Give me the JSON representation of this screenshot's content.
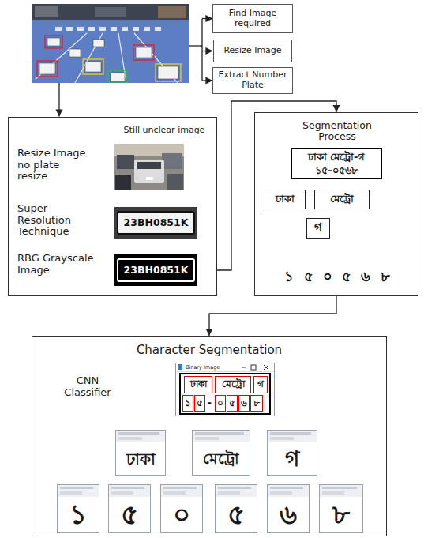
{
  "diagram": {
    "nodes": [
      {
        "text": [
          "Find Image required"
        ]
      },
      {
        "text": [
          "Resize Image"
        ]
      },
      {
        "text": [
          "Extract Number Plate"
        ]
      },
      {
        "text": [
          "Still unclear image",
          "Resize Image no plate resize",
          "Super Resolution Technique",
          "RBG Grayscale Image"
        ]
      },
      {
        "text": [
          "Segmentation Process"
        ]
      },
      {
        "text": [
          "ঢাকা মেট্রো-গ",
          "১৫-০৫৬৮"
        ],
        "in": 4
      },
      {
        "text": [
          "ঢাকা"
        ],
        "in": 4
      },
      {
        "text": [
          "মেট্রো"
        ],
        "in": 4
      },
      {
        "text": [
          "গ"
        ],
        "in": 4
      },
      {
        "text": [
          "Character Segmentation",
          "CNN Classifier"
        ]
      },
      {
        "text": [
          "Binary Image"
        ],
        "in": 9
      },
      {
        "text": [
          "ঢাকা"
        ],
        "in": 10
      },
      {
        "text": [
          "মেট্রো"
        ],
        "in": 10
      },
      {
        "text": [
          "গ"
        ],
        "in": 10
      },
      {
        "text": [
          "১"
        ],
        "in": 10
      },
      {
        "text": [
          "৫"
        ],
        "in": 10
      },
      {
        "text": [
          "০"
        ],
        "in": 10
      },
      {
        "text": [
          "৫"
        ],
        "in": 10
      },
      {
        "text": [
          "৬"
        ],
        "in": 10
      },
      {
        "text": [
          "৮"
        ],
        "in": 10
      },
      {
        "text": [
          "ঢাকা"
        ],
        "in": 9
      },
      {
        "text": [
          "মেট্রো"
        ],
        "in": 9
      },
      {
        "text": [
          "গ"
        ],
        "in": 9
      },
      {
        "text": [
          "১"
        ],
        "in": 9
      },
      {
        "text": [
          "৫"
        ],
        "in": 9
      },
      {
        "text": [
          "০"
        ],
        "in": 9
      },
      {
        "text": [
          "৫"
        ],
        "in": 9
      },
      {
        "text": [
          "৬"
        ],
        "in": 9
      },
      {
        "text": [
          "৮"
        ],
        "in": 9
      }
    ],
    "edges": [
      {
        "from": 3,
        "to": 4,
        "arrow": "to"
      },
      {
        "from": 4,
        "to": 9,
        "arrow": "to"
      }
    ],
    "labels": [
      "23BH0851K",
      "23BH0851K",
      "১ ৫ ০ ৫ ৬ ৮",
      "-"
    ]
  }
}
